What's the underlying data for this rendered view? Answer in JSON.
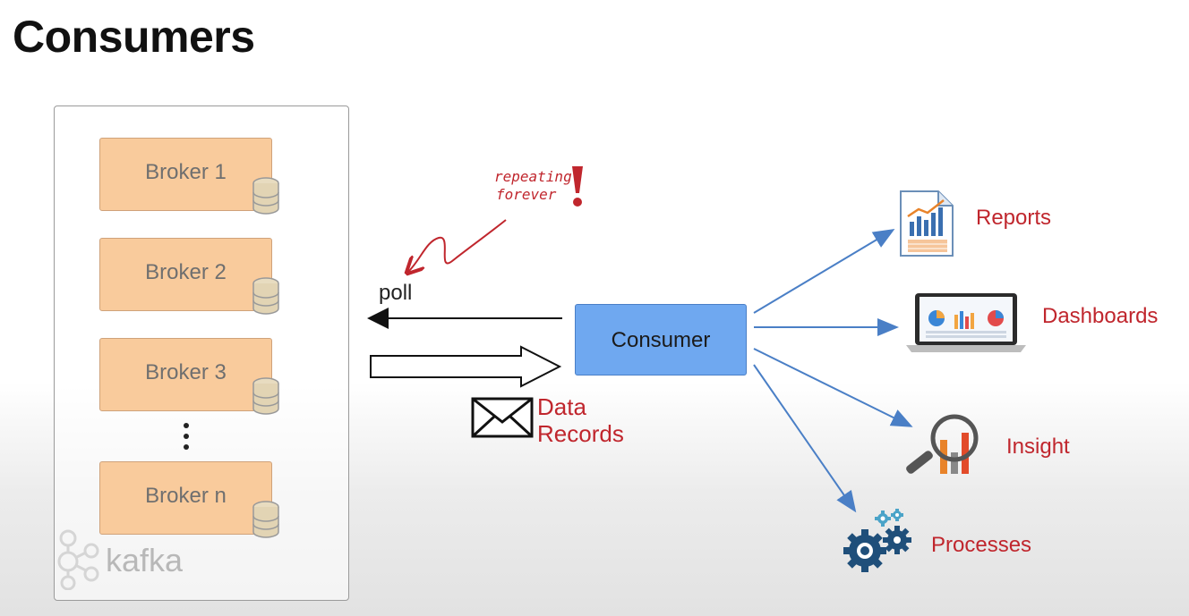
{
  "title": "Consumers",
  "brokers": [
    {
      "label": "Broker 1"
    },
    {
      "label": "Broker 2"
    },
    {
      "label": "Broker 3"
    },
    {
      "label": "Broker n"
    }
  ],
  "kafka_brand": "kafka",
  "consumer_label": "Consumer",
  "poll_label": "poll",
  "note": {
    "line1": "repeating",
    "line2": "forever"
  },
  "data_records": {
    "line1": "Data",
    "line2": "Records"
  },
  "outputs": [
    {
      "label": "Reports"
    },
    {
      "label": "Dashboards"
    },
    {
      "label": "Insight"
    },
    {
      "label": "Processes"
    }
  ],
  "colors": {
    "broker_fill": "#f9cb9c",
    "consumer_fill": "#6fa8f0",
    "accent_red": "#c0262d",
    "arrow_blue": "#4a7fc6"
  }
}
